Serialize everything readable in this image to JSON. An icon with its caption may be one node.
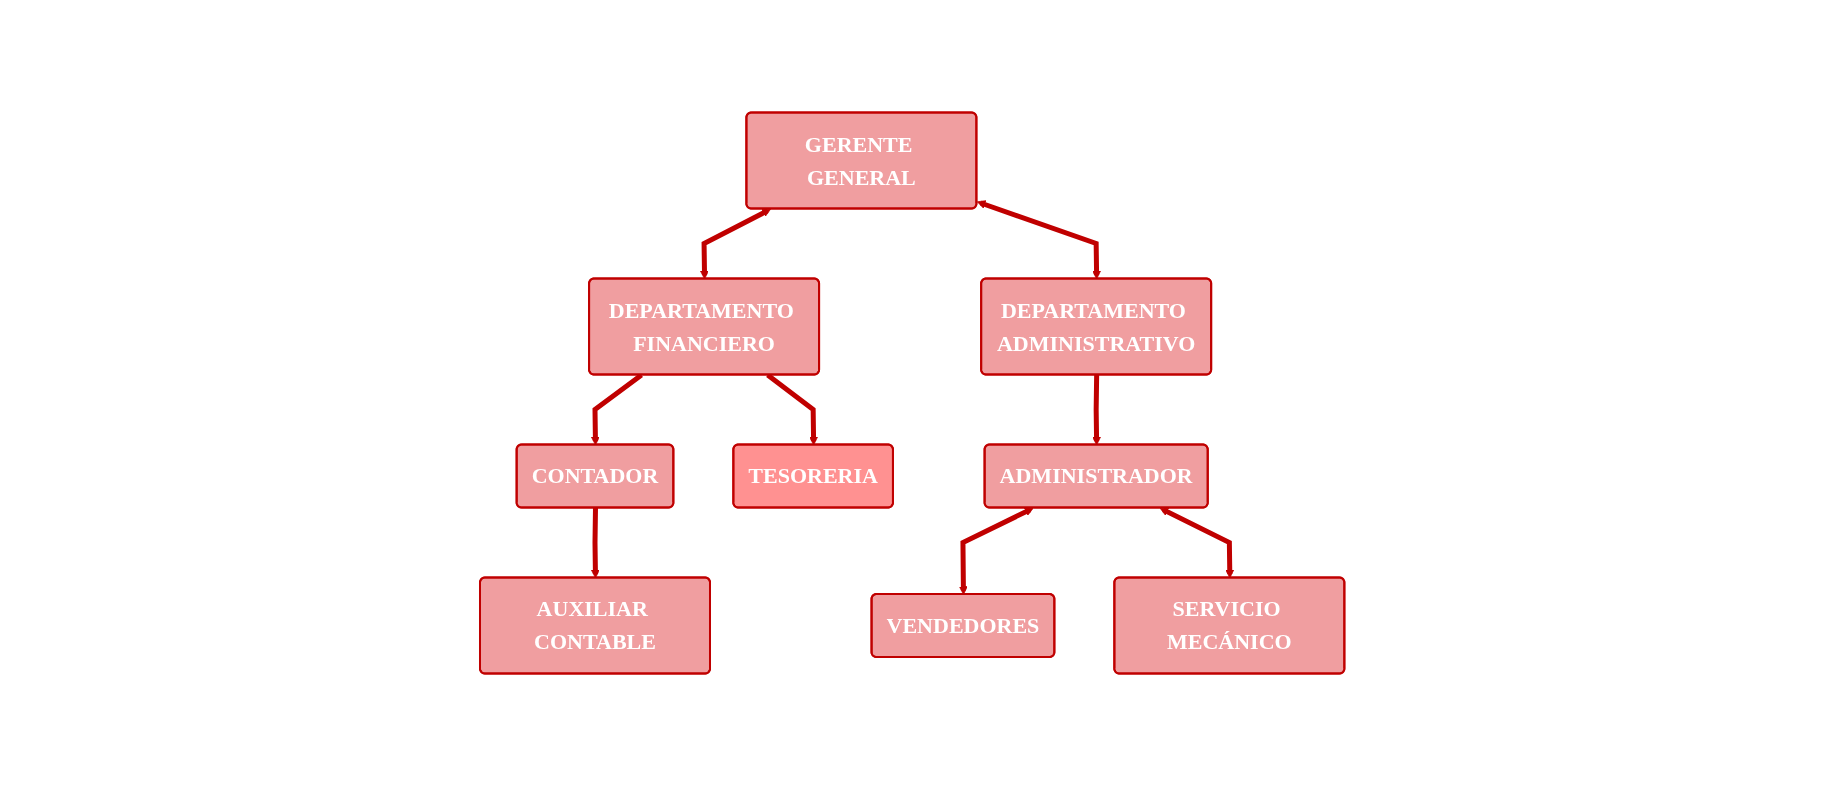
{
  "diagram": {
    "nodes": [
      {
        "text": [
          "GERENTE GENERAL"
        ]
      },
      {
        "text": [
          "DEPARTAMENTO FINANCIERO"
        ]
      },
      {
        "text": [
          "CONTADOR"
        ]
      },
      {
        "text": [
          "DEPARTAMENTO ADMINISTRATIVO"
        ]
      },
      {
        "text": [
          "TESORERIA"
        ]
      },
      {
        "text": [
          "AUXILIAR CONTABLE"
        ]
      },
      {
        "text": [
          "ADMINISTRADOR"
        ]
      },
      {
        "text": [
          "VENDEDORES"
        ]
      },
      {
        "text": [
          "SERVICIO MECÁNICO"
        ]
      }
    ],
    "edges": [
      {
        "from": 0,
        "to": 1,
        "arrow": "both"
      },
      {
        "from": 0,
        "to": 3,
        "arrow": "both"
      },
      {
        "from": 1,
        "to": 2,
        "arrow": "to"
      },
      {
        "from": 1,
        "to": 4,
        "arrow": "to"
      },
      {
        "from": 2,
        "to": 5,
        "arrow": "to"
      },
      {
        "from": 3,
        "to": 6,
        "arrow": "to"
      },
      {
        "from": 6,
        "to": 7,
        "arrow": "both"
      },
      {
        "from": 6,
        "to": 8,
        "arrow": "both"
      }
    ]
  }
}
